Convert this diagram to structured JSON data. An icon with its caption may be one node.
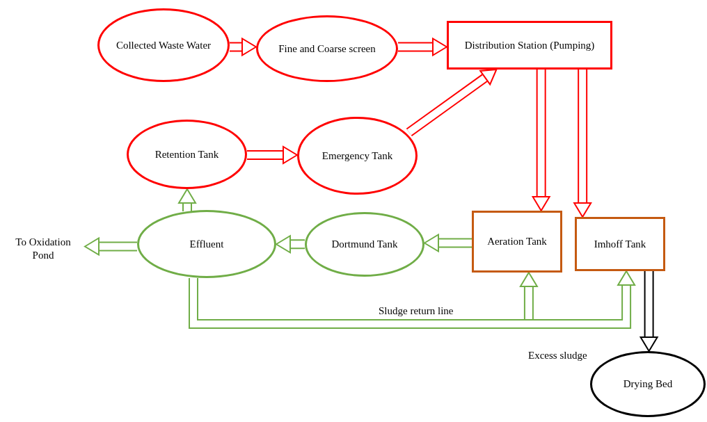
{
  "diagram": {
    "nodes": [
      {
        "text": [
          "Collected Waste Water"
        ]
      },
      {
        "text": [
          "Fine and Coarse screen"
        ]
      },
      {
        "text": [
          "Distribution Station (Pumping)"
        ]
      },
      {
        "text": [
          "Retention Tank"
        ]
      },
      {
        "text": [
          "Emergency Tank"
        ]
      },
      {
        "text": [
          "Effluent"
        ]
      },
      {
        "text": [
          "Dortmund Tank"
        ]
      },
      {
        "text": [
          "Aeration Tank"
        ]
      },
      {
        "text": [
          "Imhoff Tank"
        ]
      },
      {
        "text": [
          "To Oxidation Pond"
        ]
      },
      {
        "text": [
          "Drying Bed"
        ]
      }
    ],
    "edges": [
      {
        "from": 0,
        "to": 1,
        "arrow": "to",
        "color": "#ff0000"
      },
      {
        "from": 1,
        "to": 2,
        "arrow": "to",
        "color": "#ff0000"
      },
      {
        "from": 3,
        "to": 4,
        "arrow": "to",
        "color": "#ff0000"
      },
      {
        "from": 4,
        "to": 2,
        "arrow": "to",
        "color": "#ff0000"
      },
      {
        "from": 2,
        "to": 7,
        "arrow": "to",
        "color": "#ff0000"
      },
      {
        "from": 2,
        "to": 8,
        "arrow": "to",
        "color": "#ff0000"
      },
      {
        "from": 7,
        "to": 6,
        "arrow": "to",
        "color": "#70ad47"
      },
      {
        "from": 6,
        "to": 5,
        "arrow": "to",
        "color": "#70ad47"
      },
      {
        "from": 5,
        "to": 9,
        "arrow": "to",
        "color": "#70ad47"
      },
      {
        "from": 5,
        "to": 3,
        "arrow": "to",
        "color": "#70ad47"
      },
      {
        "from": 5,
        "to": 7,
        "arrow": "to",
        "label": "Sludge return line",
        "color": "#70ad47"
      },
      {
        "from": 5,
        "to": 8,
        "arrow": "to",
        "label": "Excess sludge",
        "color": "#70ad47"
      },
      {
        "from": 8,
        "to": 10,
        "arrow": "to",
        "color": "#000000"
      }
    ]
  }
}
